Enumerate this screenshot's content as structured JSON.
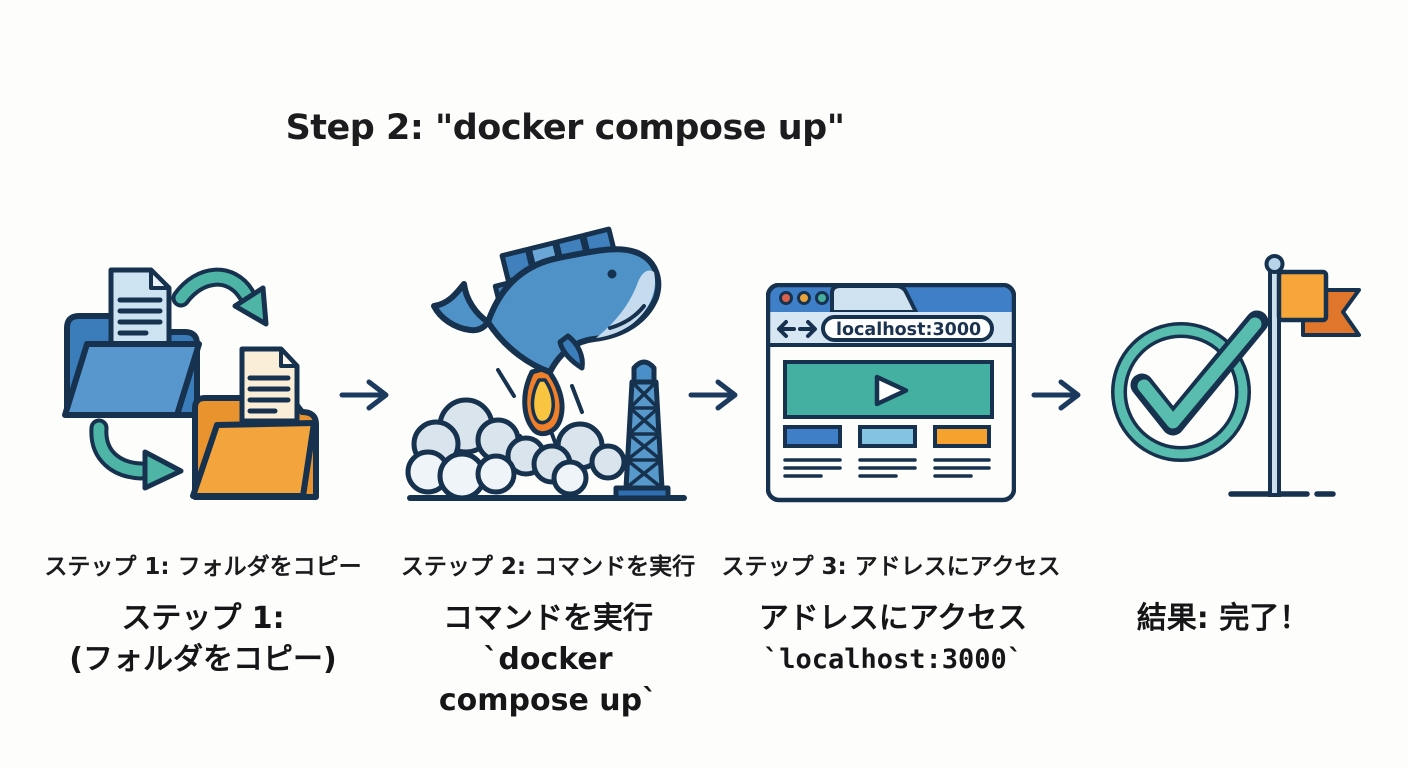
{
  "title": "Step 2: \"docker compose up\"",
  "palette": {
    "ink": "#1d1d1f",
    "outline_navy": "#17324e",
    "blue": "#4e92c8",
    "blue_dark": "#3b7cba",
    "blue_pale": "#cde3f2",
    "teal": "#4db4a6",
    "orange": "#f3a33a",
    "orange_dark": "#e0752c",
    "cream": "#fbeed8",
    "cloud": "#d9e4ec",
    "background": "#fdfdfb"
  },
  "steps": [
    {
      "id": "copy-folder",
      "illustration": "folder-copy",
      "caption": "ステップ 1: フォルダをコピー",
      "label_lines": [
        "ステップ 1:",
        "(フォルダをコピー)"
      ]
    },
    {
      "id": "run-command",
      "illustration": "docker-whale-launch",
      "caption": "ステップ 2: コマンドを実行",
      "label_lines": [
        "コマンドを実行",
        "`docker compose up`"
      ]
    },
    {
      "id": "open-address",
      "illustration": "browser-window",
      "caption": "ステップ 3: アドレスにアクセス",
      "label_lines": [
        "アドレスにアクセス",
        "`localhost:3000`"
      ],
      "browser": {
        "url": "localhost:3000"
      }
    },
    {
      "id": "done",
      "illustration": "check-and-flag",
      "label_lines": [
        "結果: 完了！"
      ]
    }
  ],
  "icons": {
    "flow_arrow": "right-arrow →",
    "browser_back": "left-arrow ←",
    "browser_forward": "right-arrow →",
    "play": "play-triangle ▶",
    "check": "checkmark ✓",
    "flag": "goal-flag ⚑"
  }
}
